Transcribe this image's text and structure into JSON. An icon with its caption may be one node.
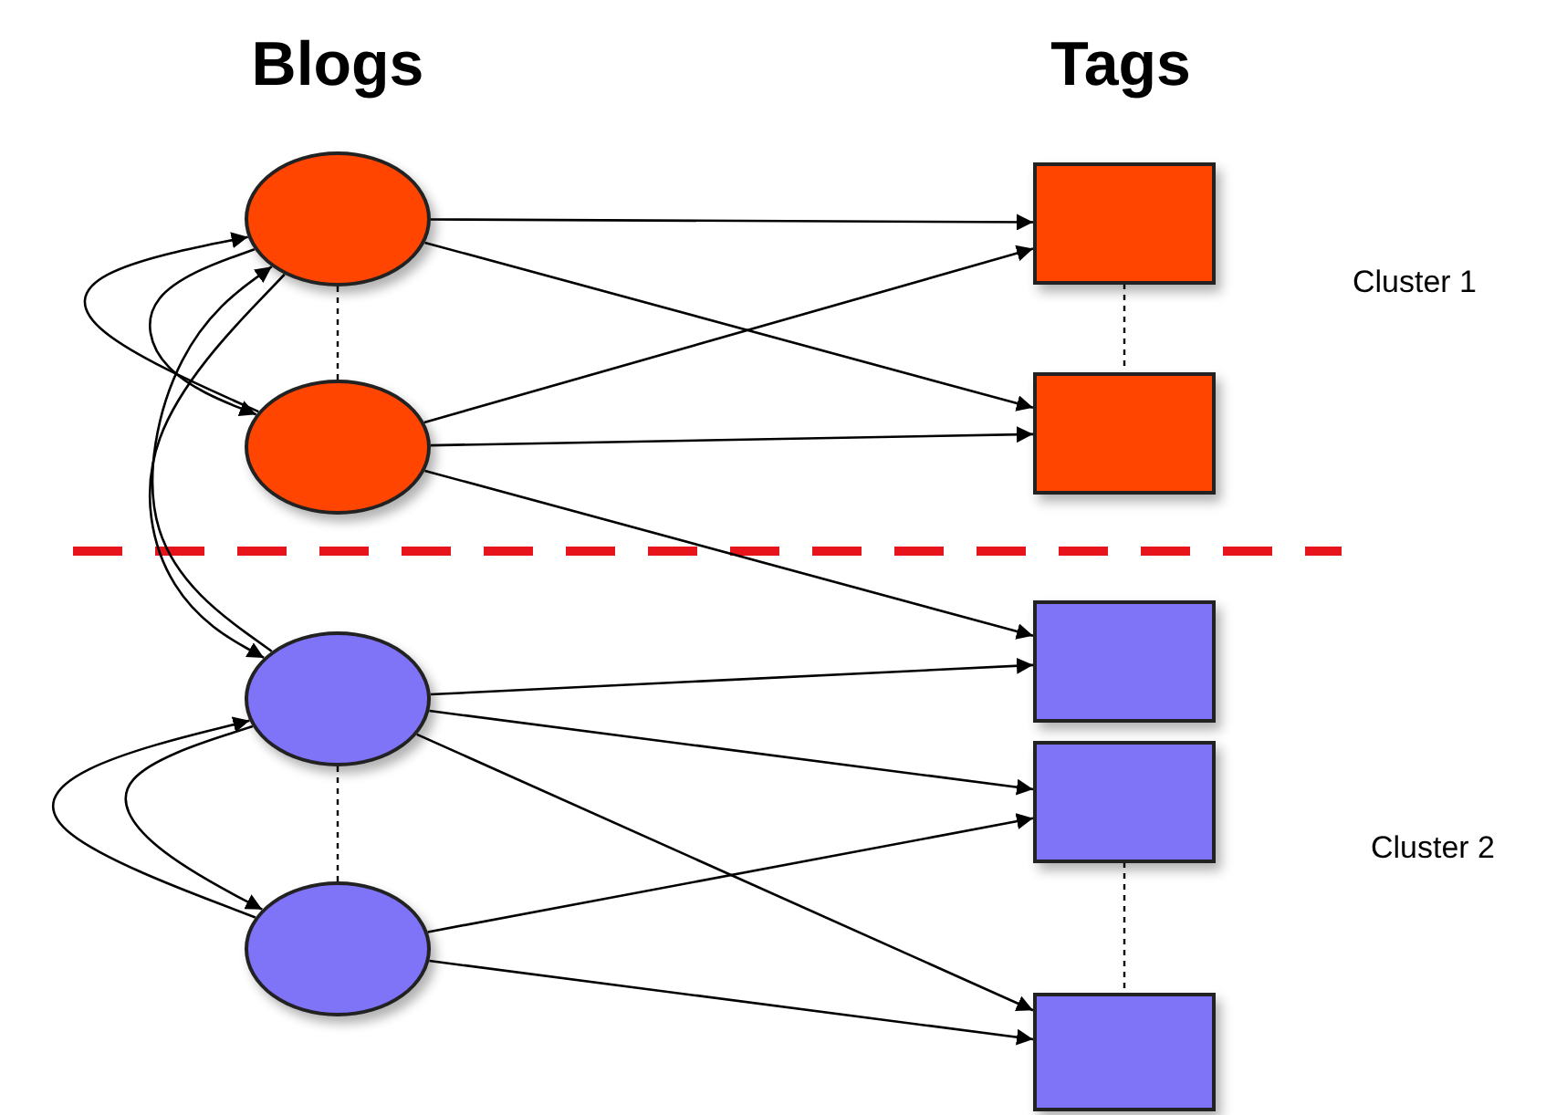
{
  "diagram": {
    "nodes": [
      {
        "text": [],
        "shape": "circle"
      },
      {
        "text": [],
        "shape": "circle"
      },
      {
        "text": [],
        "shape": "circle"
      },
      {
        "text": [],
        "shape": "circle"
      },
      {
        "text": [],
        "shape": "box"
      },
      {
        "text": [],
        "shape": "box"
      },
      {
        "text": [],
        "shape": "box"
      },
      {
        "text": [],
        "shape": "box"
      },
      {
        "text": [],
        "shape": "box"
      }
    ],
    "edges": [
      {
        "from": 0,
        "to": 4,
        "arrow": "to"
      },
      {
        "from": 0,
        "to": 5,
        "arrow": "to"
      },
      {
        "from": 1,
        "to": 4,
        "arrow": "to"
      },
      {
        "from": 1,
        "to": 5,
        "arrow": "to"
      },
      {
        "from": 1,
        "to": 6,
        "arrow": "to"
      },
      {
        "from": 2,
        "to": 6,
        "arrow": "to"
      },
      {
        "from": 2,
        "to": 7,
        "arrow": "to"
      },
      {
        "from": 2,
        "to": 8,
        "arrow": "to"
      },
      {
        "from": 3,
        "to": 7,
        "arrow": "to"
      },
      {
        "from": 3,
        "to": 8,
        "arrow": "to"
      },
      {
        "from": 0,
        "to": 1,
        "arrow": "to"
      },
      {
        "from": 1,
        "to": 0,
        "arrow": "to"
      },
      {
        "from": 0,
        "to": 2,
        "arrow": "to"
      },
      {
        "from": 2,
        "to": 0,
        "arrow": "to"
      },
      {
        "from": 2,
        "to": 3,
        "arrow": "to"
      },
      {
        "from": 3,
        "to": 2,
        "arrow": "to"
      },
      {
        "from": 0,
        "to": 1,
        "arrow": "none",
        "style": "dashed"
      },
      {
        "from": 2,
        "to": 3,
        "arrow": "none",
        "style": "dashed"
      },
      {
        "from": 4,
        "to": 5,
        "arrow": "none",
        "style": "dashed"
      },
      {
        "from": 7,
        "to": 8,
        "arrow": "none",
        "style": "dashed"
      }
    ],
    "labels": [
      "Blogs",
      "Tags",
      "Cluster 1",
      "Cluster 2"
    ]
  }
}
